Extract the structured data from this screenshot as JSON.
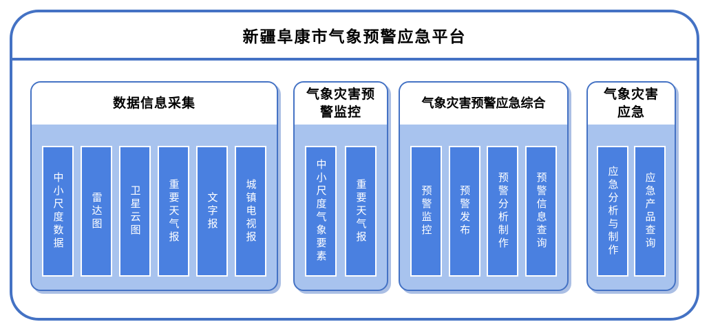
{
  "title": "新疆阜康市气象预警应急平台",
  "colors": {
    "border_blue": "#4472c4",
    "section_body_blue": "#a8c3ee",
    "pillar_blue": "#4a80e0",
    "pillar_border": "#ffffff",
    "title_text": "#000000",
    "pillar_text": "#ffffff"
  },
  "sections": [
    {
      "header": "数据信息采集",
      "items": [
        "中小尺度数据",
        "雷达图",
        "卫星云图",
        "重要天气报",
        "文字报",
        "城镇电视报"
      ]
    },
    {
      "header": "气象灾害预\n警监控",
      "items": [
        "中小尺度气象要素",
        "重要天气报"
      ]
    },
    {
      "header": "气象灾害预警应急综合",
      "items": [
        "预警监控",
        "预警发布",
        "预警分析制作",
        "预警信息查询"
      ]
    },
    {
      "header": "气象灾害\n应急",
      "items": [
        "应急分析与制作",
        "应急产品查询"
      ]
    }
  ]
}
